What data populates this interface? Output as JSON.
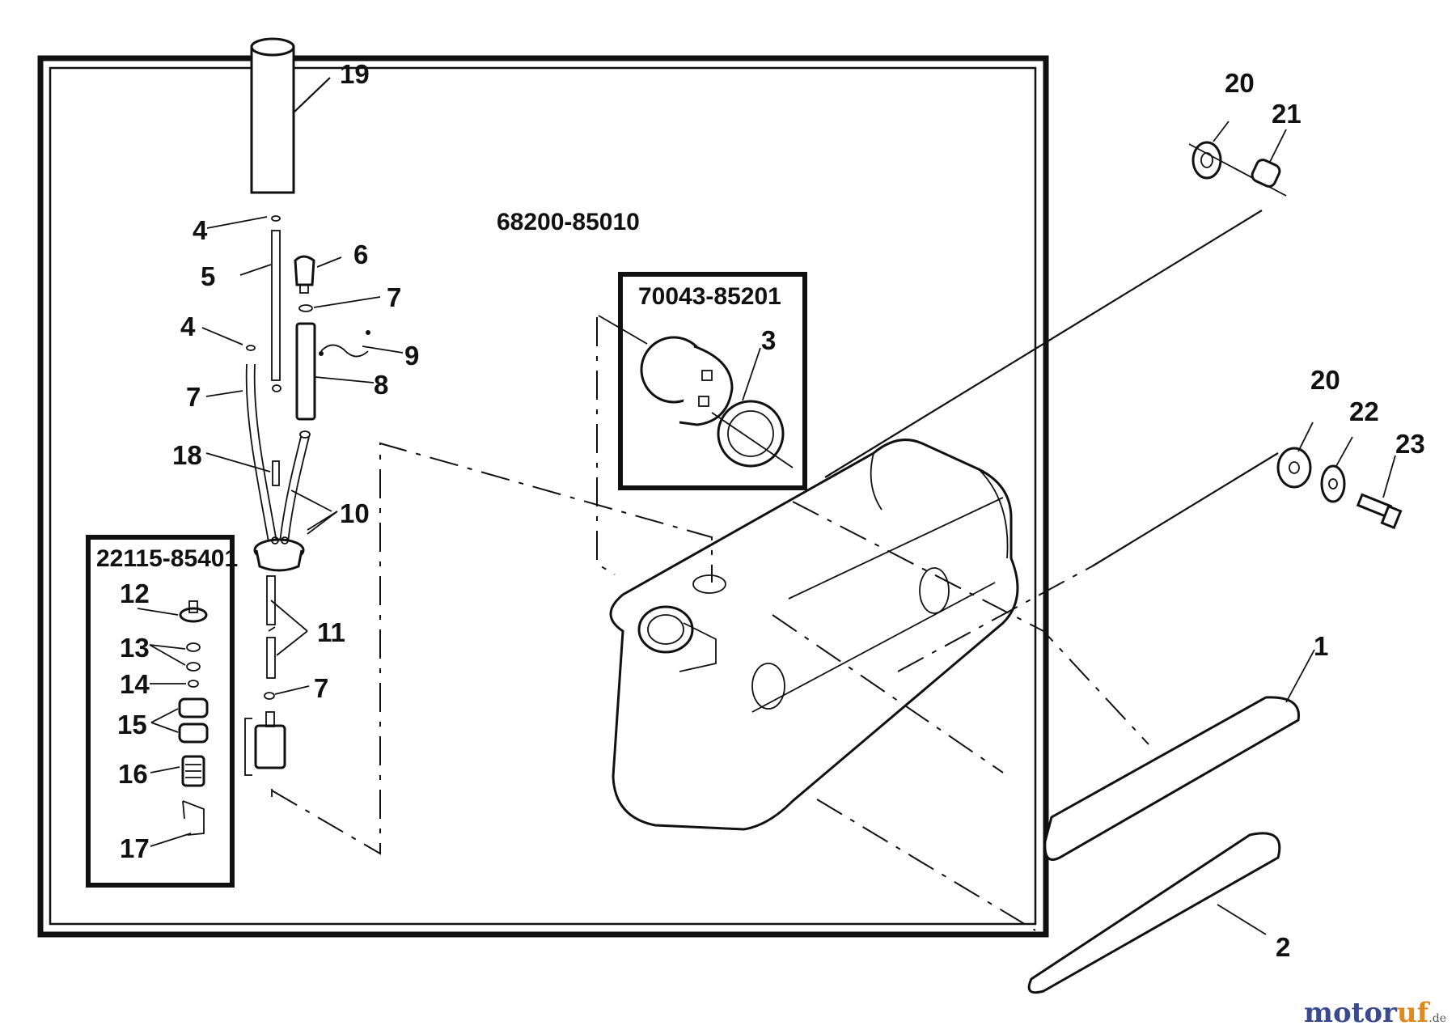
{
  "part_numbers": {
    "main": "68200-85010",
    "cap_kit": "70043-85201",
    "filter_kit": "22115-85401"
  },
  "callouts": {
    "c1": "1",
    "c2": "2",
    "c3": "3",
    "c4a": "4",
    "c4b": "4",
    "c5": "5",
    "c6": "6",
    "c7a": "7",
    "c7b": "7",
    "c7c": "7",
    "c8": "8",
    "c9": "9",
    "c10": "10",
    "c11": "11",
    "c12": "12",
    "c13": "13",
    "c14": "14",
    "c15": "15",
    "c16": "16",
    "c17": "17",
    "c18": "18",
    "c19": "19",
    "c20a": "20",
    "c20b": "20",
    "c21": "21",
    "c22": "22",
    "c23": "23"
  },
  "watermark": {
    "brand_main": "motor",
    "brand_accent": "uf",
    "suffix": ".de"
  }
}
